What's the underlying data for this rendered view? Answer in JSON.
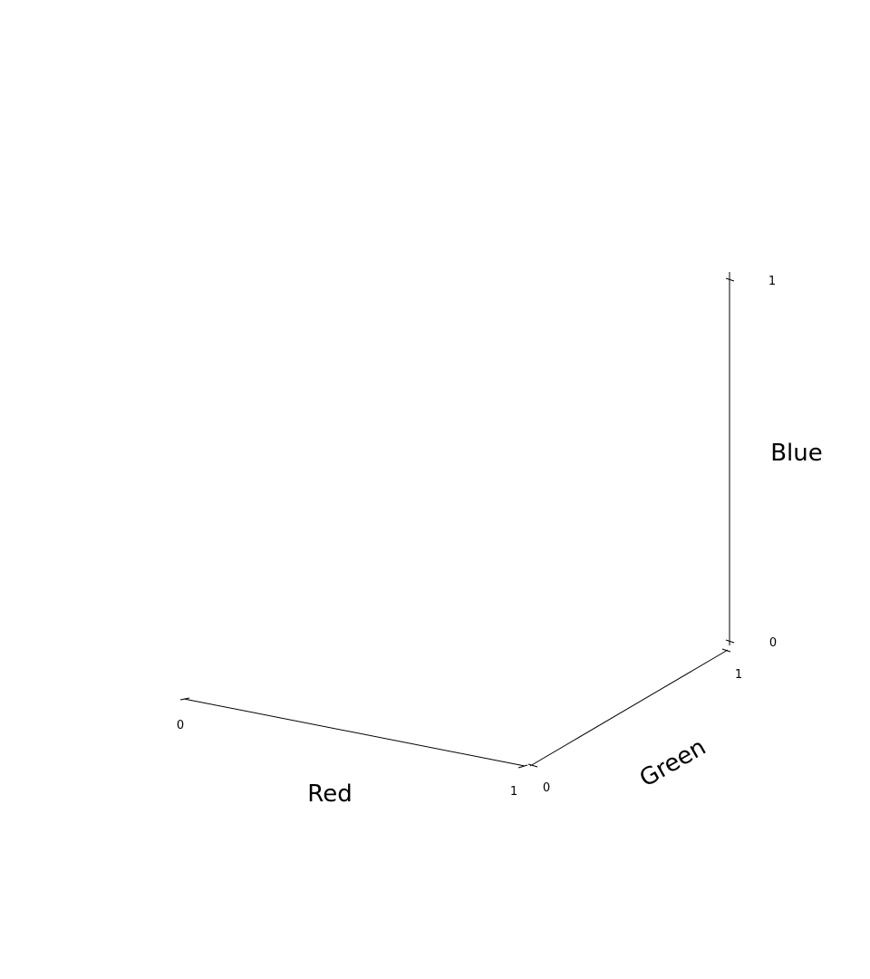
{
  "chart_data": {
    "type": "scatter",
    "projection": "3d",
    "title": "",
    "xlabel": "Red",
    "ylabel": "Green",
    "zlabel": "Blue",
    "xlim": [
      0,
      1
    ],
    "ylim": [
      0,
      1
    ],
    "zlim": [
      0,
      1
    ],
    "xticks": [
      "0",
      "1"
    ],
    "yticks": [
      "0",
      "1"
    ],
    "zticks": [
      "0",
      "1"
    ],
    "grid": false,
    "series": []
  }
}
